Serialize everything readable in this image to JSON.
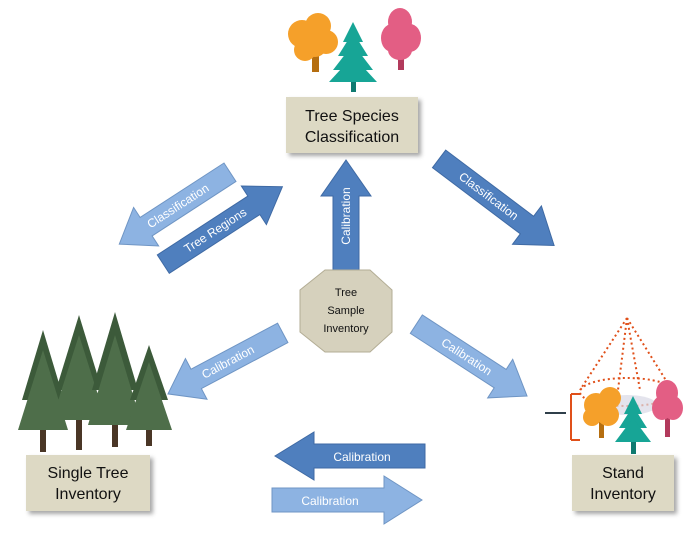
{
  "nodes": {
    "tree_species": {
      "line1": "Tree Species",
      "line2": "Classification"
    },
    "single_tree": {
      "line1": "Single Tree",
      "line2": "Inventory"
    },
    "stand": {
      "line1": "Stand",
      "line2": "Inventory"
    },
    "sample": {
      "line1": "Tree",
      "line2": "Sample",
      "line3": "Inventory"
    }
  },
  "arrows": {
    "to_single_classification": "Classification",
    "tree_regions": "Tree Regions",
    "to_stand_classification": "Classification",
    "up_calibration": "Calibration",
    "to_single_calibration": "Calibration",
    "to_stand_calibration": "Calibration",
    "bottom_left_calibration": "Calibration",
    "bottom_right_calibration": "Calibration"
  },
  "colors": {
    "box_fill": "#ddd9c4",
    "arrow_dark": "#4f7fbe",
    "arrow_light": "#8db3e2",
    "tree_orange": "#f5a02a",
    "tree_teal": "#17a596",
    "tree_pink": "#e35e84",
    "octagon_fill": "#d6d1bd",
    "bracket": "#e0501a"
  }
}
